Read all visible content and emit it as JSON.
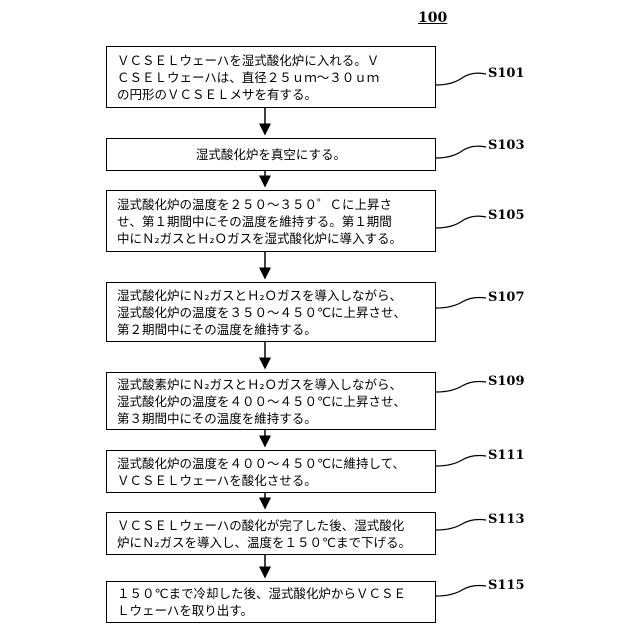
{
  "figure_number": "100",
  "steps": [
    {
      "id": "S101",
      "text": "ＶＣＳＥＬウェーハを湿式酸化炉に入れる。Ｖ\nＣＳＥＬウェーハは、直径２５ｕｍ～３０ｕｍ\nの円形のＶＣＳＥＬメサを有する。"
    },
    {
      "id": "S103",
      "text": "湿式酸化炉を真空にする。"
    },
    {
      "id": "S105",
      "text": "湿式酸化炉の温度を２５０～３５０゜Ｃに上昇さ\nせ、第１期間中にその温度を維持する。第１期間\n中にＮ₂ガスとＨ₂Ｏガスを湿式酸化炉に導入する。"
    },
    {
      "id": "S107",
      "text": "湿式酸化炉にＮ₂ガスとＨ₂Ｏガスを導入しながら、\n湿式酸化炉の温度を３５０～４５０℃に上昇させ、\n第２期間中にその温度を維持する。"
    },
    {
      "id": "S109",
      "text": "湿式酸素炉にＮ₂ガスとＨ₂Ｏガスを導入しながら、\n湿式酸化炉の温度を４００～４５０℃に上昇させ、\n第３期間中にその温度を維持する。"
    },
    {
      "id": "S111",
      "text": "湿式酸化炉の温度を４００～４５０℃に維持して、\nＶＣＳＥＬウェーハを酸化させる。"
    },
    {
      "id": "S113",
      "text": "ＶＣＳＥＬウェーハの酸化が完了した後、湿式酸化\n炉にＮ₂ガスを導入し、温度を１５０℃まで下げる。"
    },
    {
      "id": "S115",
      "text": "１５０℃まで冷却した後、湿式酸化炉からＶＣＳＥ\nＬウェーハを取り出す。"
    }
  ]
}
